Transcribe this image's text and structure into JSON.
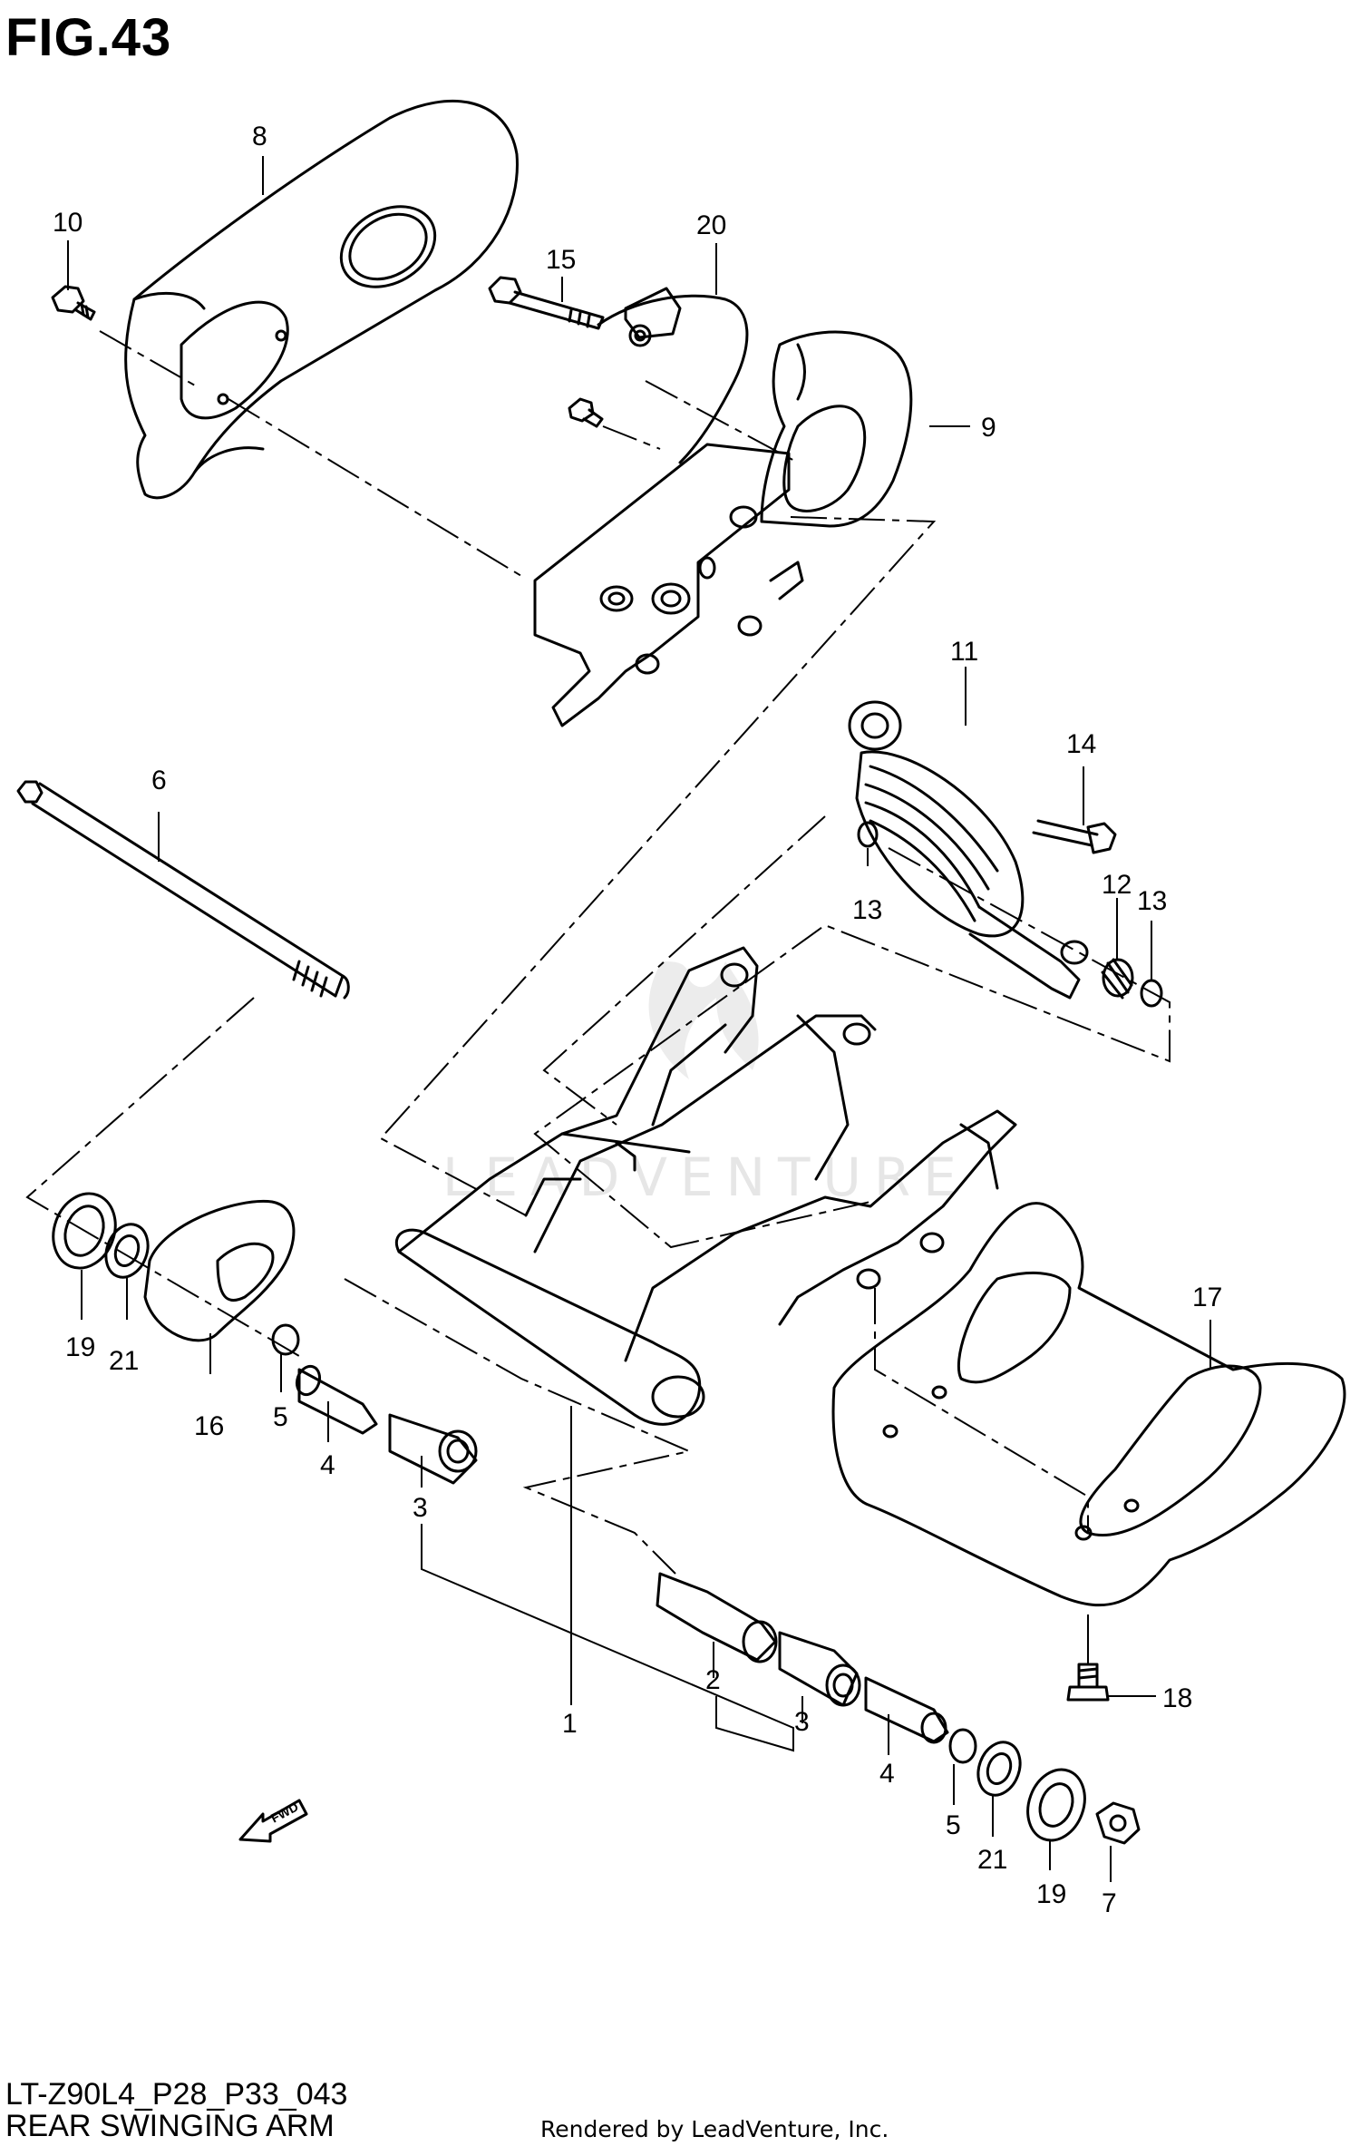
{
  "figure": {
    "title": "FIG.43",
    "code": "LT-Z90L4_P28_P33_043",
    "name": "REAR SWINGING ARM",
    "credit": "Rendered by LeadVenture, Inc.",
    "watermark": "LEADVENTURE",
    "fwd_label": "FWD"
  },
  "callouts": [
    "8",
    "10",
    "20",
    "15",
    "9",
    "11",
    "14",
    "6",
    "13",
    "12",
    "13",
    "19",
    "21",
    "16",
    "5",
    "4",
    "3",
    "1",
    "17",
    "2",
    "3",
    "4",
    "18",
    "5",
    "21",
    "19",
    "7"
  ],
  "colors": {
    "line": "#000000",
    "background": "#ffffff",
    "watermark": "#e6e6e6"
  }
}
